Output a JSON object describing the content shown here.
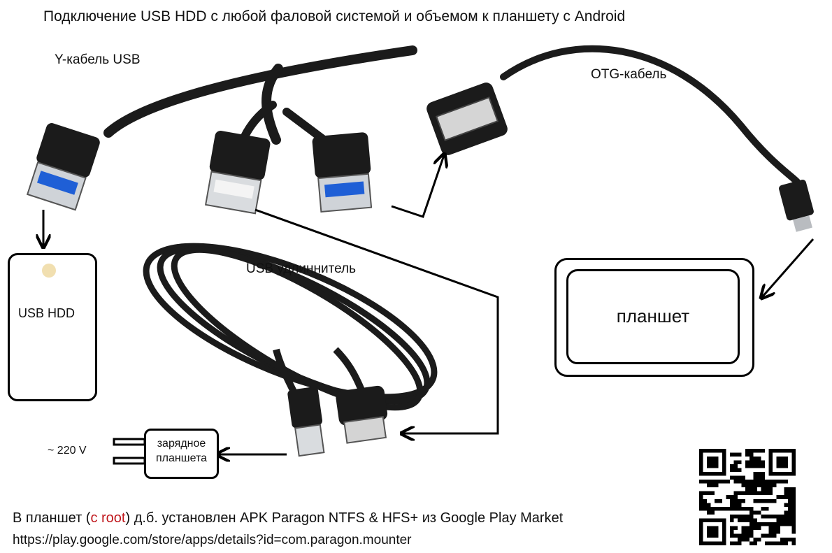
{
  "title": "Подключение USB HDD с любой фаловой системой и объемом к планшету с Android",
  "labels": {
    "y_cable": "Y-кабель USB",
    "otg_cable": "OTG-кабель",
    "usb_extender": "USB удлиннитель",
    "usb_hdd": "USB HDD",
    "tablet": "планшет",
    "charger_line1": "зарядное",
    "charger_line2": "планшета",
    "voltage": "~ 220 V"
  },
  "footer": {
    "prefix": "В планшет (",
    "root_note": "с root",
    "middle": ") д.б. установлен APK Paragon NTFS & HFS+   из Google Play Market",
    "url": "https://play.google.com/store/apps/details?id=com.paragon.mounter"
  },
  "colors": {
    "root_note": "#c0171c",
    "cable": "#1b1b1b",
    "usb3_blue": "#1f5fd6",
    "hdd_led": "#f1dfb0"
  },
  "icons": [
    "y-cable-icon",
    "otg-cable-icon",
    "usb-extension-cable-icon",
    "charger-plug-icon",
    "qr-code-icon"
  ]
}
